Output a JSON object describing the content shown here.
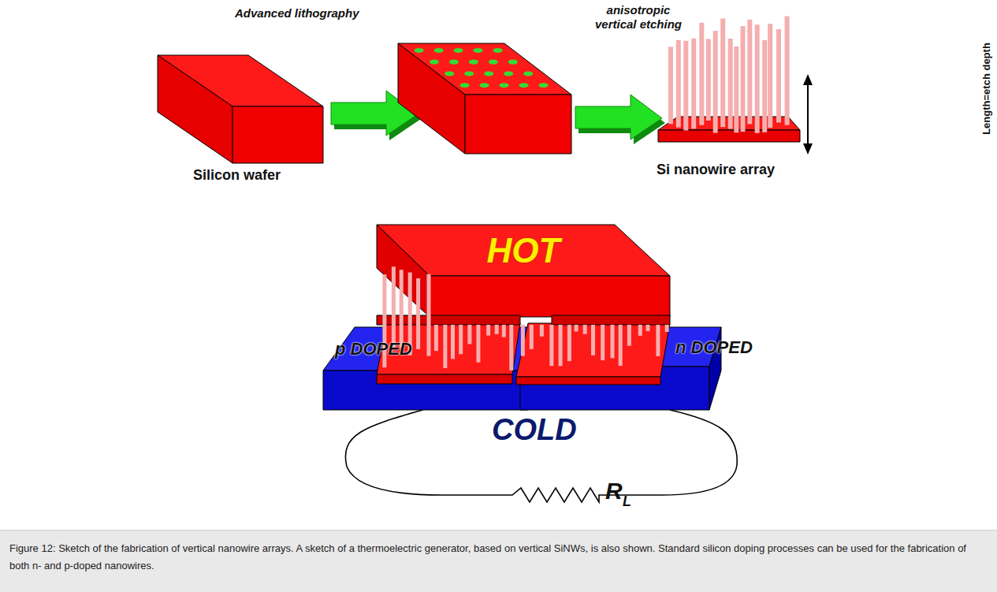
{
  "diagram": {
    "caption": "Figure 12: Sketch of the fabrication of vertical nanowire arrays. A sketch of a thermoelectric generator, based on vertical SiNWs, is also shown. Standard silicon doping processes can be used for the fabrication of both n- and p-doped nanowires.",
    "nodes": [
      {
        "text": [
          "HOT"
        ]
      },
      {
        "text": [
          "p DOPED"
        ]
      },
      {
        "text": [
          "n DOPED"
        ]
      }
    ],
    "edges": [
      {
        "from": 1,
        "to": 2,
        "arrow": "none"
      }
    ],
    "labels": [
      "Advanced lithography",
      "anisotropic vertical etching",
      "Silicon wafer",
      "Si nanowire array",
      "Length=etch depth",
      "COLD",
      "R",
      "L"
    ]
  }
}
